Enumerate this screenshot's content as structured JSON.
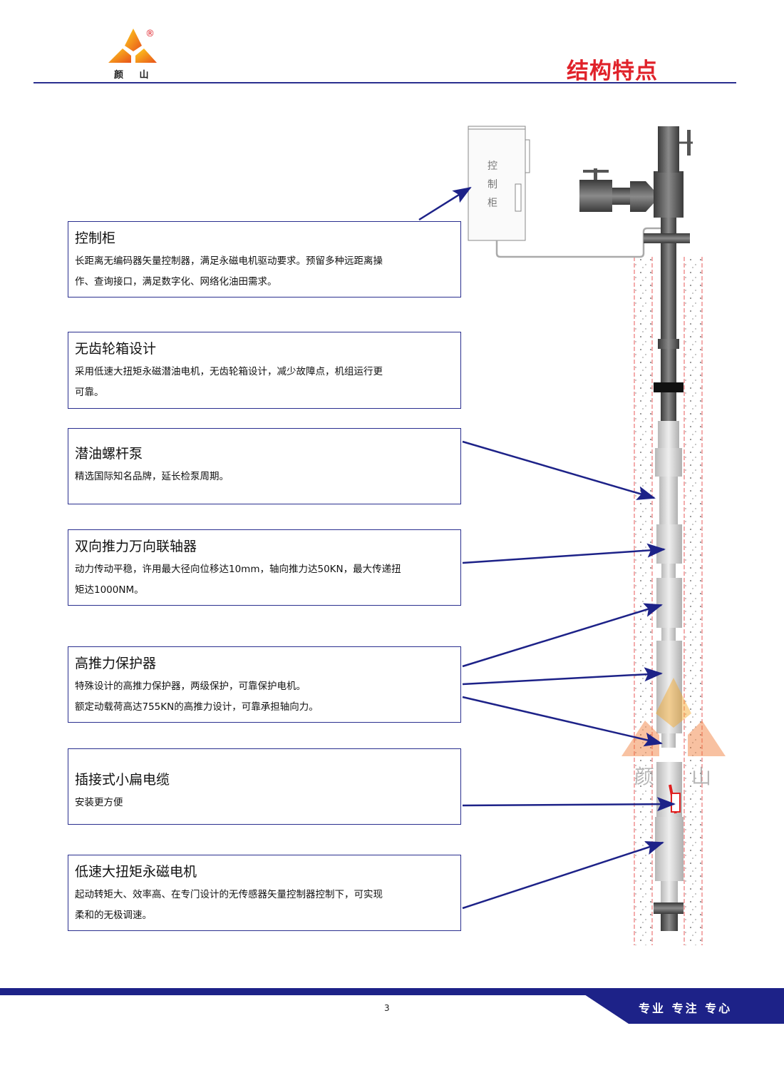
{
  "header": {
    "logo_text": "颜 山",
    "logo_registered": "®",
    "title": "结构特点"
  },
  "diagram": {
    "cabinet_label": [
      "控",
      "制",
      "柜"
    ],
    "watermark": "颜 山"
  },
  "features": [
    {
      "title": "控制柜",
      "lines": [
        "长距离无编码器矢量控制器，满足永磁电机驱动要求。预留多种远距离操",
        "作、查询接口，满足数字化、网络化油田需求。"
      ]
    },
    {
      "title": "无齿轮箱设计",
      "lines": [
        "采用低速大扭矩永磁潜油电机，无齿轮箱设计，减少故障点，机组运行更",
        "可靠。"
      ]
    },
    {
      "title": "潜油螺杆泵",
      "lines": [
        "精选国际知名品牌，延长检泵周期。"
      ]
    },
    {
      "title": "双向推力万向联轴器",
      "lines": [
        "动力传动平稳，许用最大径向位移达10mm，轴向推力达50KN，最大传递扭",
        "矩达1000NM。"
      ]
    },
    {
      "title": "高推力保护器",
      "lines": [
        "特殊设计的高推力保护器，两级保护，可靠保护电机。",
        "额定动载荷高达755KN的高推力设计，可靠承担轴向力。"
      ]
    },
    {
      "title": "插接式小扁电缆",
      "lines": [
        "安装更方便"
      ]
    },
    {
      "title": "低速大扭矩永磁电机",
      "lines": [
        "起动转矩大、效率高、在专门设计的无传感器矢量控制器控制下，可实现",
        "柔和的无极调速。"
      ]
    }
  ],
  "footer": {
    "page_number": "3",
    "slogan": "专业 专注 专心"
  },
  "colors": {
    "brand_blue": "#1d2288",
    "title_red": "#e0222a",
    "logo_orange": "#f39c12"
  }
}
